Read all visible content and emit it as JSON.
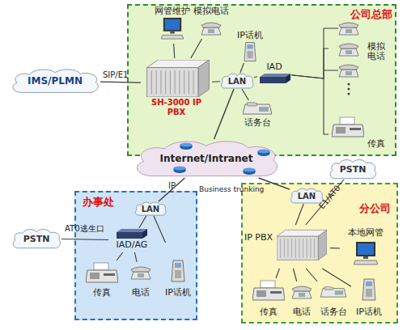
{
  "diagram": {
    "nodes": [
      {
        "text": [
          "公司总部"
        ]
      },
      {
        "text": [
          "网管维护"
        ],
        "in": 0
      },
      {
        "text": [
          "模拟电话"
        ],
        "in": 0
      },
      {
        "text": [
          "SH-3000 IP PBX"
        ],
        "in": 0
      },
      {
        "text": [
          "LAN"
        ],
        "in": 0
      },
      {
        "text": [
          "IP话机"
        ],
        "in": 0
      },
      {
        "text": [
          "IAD"
        ],
        "in": 0
      },
      {
        "text": [
          "模拟电话"
        ],
        "in": 0
      },
      {
        "text": [
          "话务台"
        ],
        "in": 0
      },
      {
        "text": [
          "传真"
        ],
        "in": 0
      },
      {
        "text": [
          "IMS/PLMN"
        ]
      },
      {
        "text": [
          "Internet/Intranet"
        ]
      },
      {
        "text": [
          "办事处"
        ]
      },
      {
        "text": [
          "LAN"
        ],
        "in": 12
      },
      {
        "text": [
          "IAD/AG"
        ],
        "in": 12
      },
      {
        "text": [
          "传真"
        ],
        "in": 12
      },
      {
        "text": [
          "电话"
        ],
        "in": 12
      },
      {
        "text": [
          "IP话机"
        ],
        "in": 12
      },
      {
        "text": [
          "PSTN"
        ]
      },
      {
        "text": [
          "PSTN"
        ]
      },
      {
        "text": [
          "分公司"
        ]
      },
      {
        "text": [
          "LAN"
        ],
        "in": 20
      },
      {
        "text": [
          "IP PBX"
        ],
        "in": 20
      },
      {
        "text": [
          "本地网管"
        ],
        "in": 20
      },
      {
        "text": [
          "传真"
        ],
        "in": 20
      },
      {
        "text": [
          "电话"
        ],
        "in": 20
      },
      {
        "text": [
          "话务台"
        ],
        "in": 20
      },
      {
        "text": [
          "IP话机"
        ],
        "in": 20
      }
    ],
    "edges": [
      {
        "from": 10,
        "to": 3,
        "arrow": "none",
        "label": "SIP/E1"
      },
      {
        "from": 3,
        "to": 1,
        "arrow": "none"
      },
      {
        "from": 3,
        "to": 2,
        "arrow": "none"
      },
      {
        "from": 3,
        "to": 4,
        "arrow": "none"
      },
      {
        "from": 4,
        "to": 5,
        "arrow": "none"
      },
      {
        "from": 4,
        "to": 6,
        "arrow": "none"
      },
      {
        "from": 4,
        "to": 8,
        "arrow": "none"
      },
      {
        "from": 6,
        "to": 7,
        "arrow": "none"
      },
      {
        "from": 6,
        "to": 9,
        "arrow": "none"
      },
      {
        "from": 4,
        "to": 11,
        "arrow": "none"
      },
      {
        "from": 11,
        "to": 13,
        "arrow": "none",
        "label": "IP"
      },
      {
        "from": 13,
        "to": 14,
        "arrow": "none"
      },
      {
        "from": 14,
        "to": 15,
        "arrow": "none"
      },
      {
        "from": 14,
        "to": 16,
        "arrow": "none"
      },
      {
        "from": 13,
        "to": 17,
        "arrow": "none"
      },
      {
        "from": 18,
        "to": 14,
        "arrow": "none",
        "label": "AT0逃生口"
      },
      {
        "from": 11,
        "to": 21,
        "arrow": "none",
        "label": "Business trunking"
      },
      {
        "from": 21,
        "to": 22,
        "arrow": "none"
      },
      {
        "from": 22,
        "to": 19,
        "arrow": "none",
        "label": "E1/AT0"
      },
      {
        "from": 22,
        "to": 23,
        "arrow": "none"
      },
      {
        "from": 22,
        "to": 24,
        "arrow": "none"
      },
      {
        "from": 22,
        "to": 25,
        "arrow": "none"
      },
      {
        "from": 22,
        "to": 26,
        "arrow": "none"
      },
      {
        "from": 22,
        "to": 27,
        "arrow": "none"
      }
    ]
  }
}
